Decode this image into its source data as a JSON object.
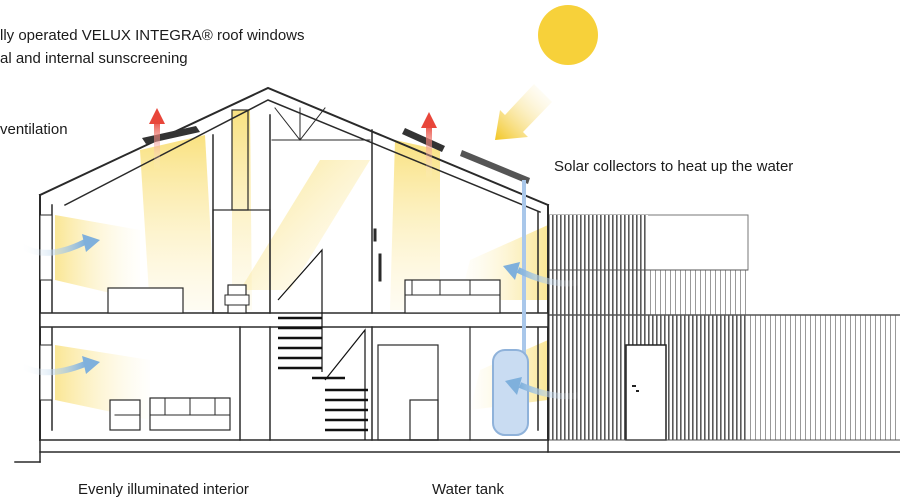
{
  "labels": {
    "roof_windows_line1": "lly operated VELUX INTEGRA® roof windows",
    "roof_windows_line2": "al and internal sunscreening",
    "ventilation": "ventilation",
    "solar_collectors": "Solar collectors to heat up the water",
    "evenly_illuminated": "Evenly illuminated interior",
    "water_tank": "Water tank"
  },
  "colors": {
    "sun": "#f7d13a",
    "sun_ray": "#f2c623",
    "light_beam": "#fbeaa6",
    "hot_air_arrow": "#e8463a",
    "fresh_air_arrow": "#8ab8e0",
    "water_tank": "#c9dcf2",
    "walls": "#2a2a2a",
    "cladding": "#6a6a6a"
  }
}
